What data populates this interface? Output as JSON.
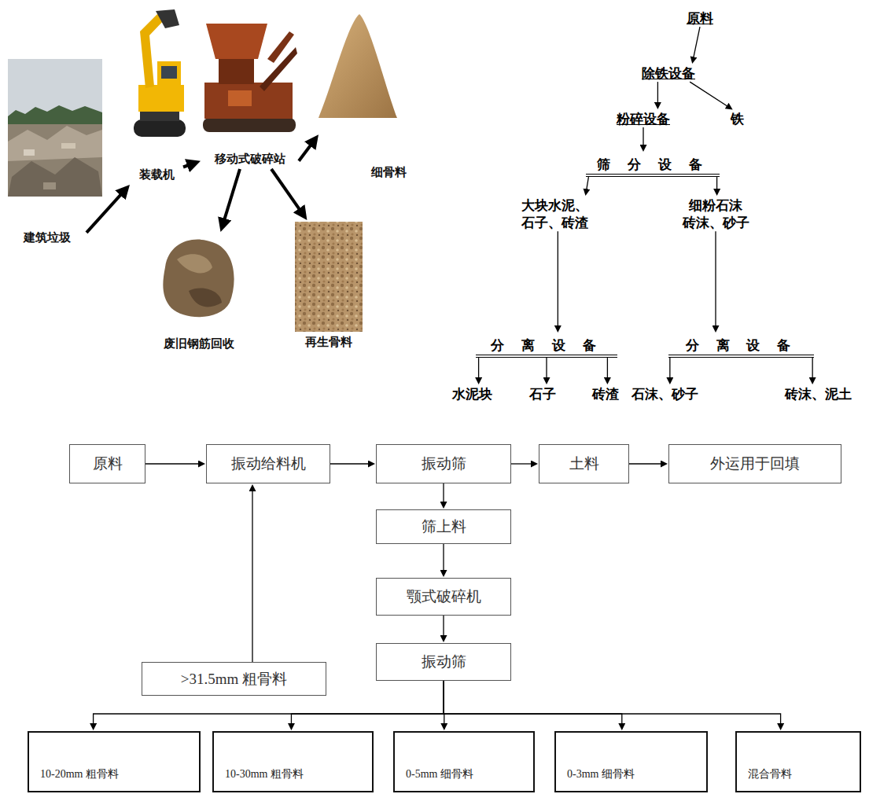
{
  "diagram": {
    "nodes": [
      {
        "text": [
          "建筑垃圾"
        ]
      },
      {
        "text": [
          "装载机"
        ]
      },
      {
        "text": [
          "移动式破碎站"
        ]
      },
      {
        "text": [
          "细骨料"
        ]
      },
      {
        "text": [
          "废旧钢筋回收"
        ]
      },
      {
        "text": [
          "再生骨料"
        ]
      },
      {
        "text": [
          "原料"
        ]
      },
      {
        "text": [
          "除铁设备"
        ]
      },
      {
        "text": [
          "粉碎设备"
        ]
      },
      {
        "text": [
          "铁"
        ]
      },
      {
        "text": [
          "筛 分 设 备"
        ]
      },
      {
        "text": [
          "大块水泥、 石子、砖渣"
        ]
      },
      {
        "text": [
          "细粉石沫 砖沫、砂子"
        ]
      },
      {
        "text": [
          "分 离 设 备"
        ]
      },
      {
        "text": [
          "分 离 设 备"
        ]
      },
      {
        "text": [
          "水泥块"
        ]
      },
      {
        "text": [
          "石子"
        ]
      },
      {
        "text": [
          "砖渣"
        ]
      },
      {
        "text": [
          "石沫、砂子"
        ]
      },
      {
        "text": [
          "砖沫、泥土"
        ]
      },
      {
        "text": [
          "原料"
        ]
      },
      {
        "text": [
          "振动给料机"
        ]
      },
      {
        "text": [
          "振动筛"
        ]
      },
      {
        "text": [
          "土料"
        ]
      },
      {
        "text": [
          "外运用于回填"
        ]
      },
      {
        "text": [
          "筛上料"
        ]
      },
      {
        "text": [
          "颚式破碎机"
        ]
      },
      {
        "text": [
          "振动筛"
        ]
      },
      {
        "text": [
          ">31.5mm 粗骨料"
        ]
      },
      {
        "text": [
          "10-20mm 粗骨料"
        ]
      },
      {
        "text": [
          "10-30mm 粗骨料"
        ]
      },
      {
        "text": [
          "0-5mm 细骨料"
        ]
      },
      {
        "text": [
          "0-3mm 细骨料"
        ]
      },
      {
        "text": [
          "混合骨料"
        ]
      }
    ],
    "edges": [
      {
        "from": 0,
        "to": 1,
        "arrow": "to"
      },
      {
        "from": 1,
        "to": 2,
        "arrow": "to"
      },
      {
        "from": 2,
        "to": 3,
        "arrow": "to"
      },
      {
        "from": 2,
        "to": 4,
        "arrow": "to"
      },
      {
        "from": 2,
        "to": 5,
        "arrow": "to"
      },
      {
        "from": 6,
        "to": 7,
        "arrow": "to"
      },
      {
        "from": 7,
        "to": 8,
        "arrow": "to"
      },
      {
        "from": 7,
        "to": 9,
        "arrow": "to"
      },
      {
        "from": 8,
        "to": 10,
        "arrow": "to"
      },
      {
        "from": 10,
        "to": 11,
        "arrow": "to"
      },
      {
        "from": 10,
        "to": 12,
        "arrow": "to"
      },
      {
        "from": 11,
        "to": 13,
        "arrow": "to"
      },
      {
        "from": 12,
        "to": 14,
        "arrow": "to"
      },
      {
        "from": 13,
        "to": 15,
        "arrow": "to"
      },
      {
        "from": 13,
        "to": 16,
        "arrow": "to"
      },
      {
        "from": 13,
        "to": 17,
        "arrow": "to"
      },
      {
        "from": 14,
        "to": 18,
        "arrow": "to"
      },
      {
        "from": 14,
        "to": 19,
        "arrow": "to"
      },
      {
        "from": 20,
        "to": 21,
        "arrow": "to"
      },
      {
        "from": 21,
        "to": 22,
        "arrow": "to"
      },
      {
        "from": 22,
        "to": 23,
        "arrow": "to"
      },
      {
        "from": 23,
        "to": 24,
        "arrow": "to"
      },
      {
        "from": 22,
        "to": 25,
        "arrow": "to"
      },
      {
        "from": 25,
        "to": 26,
        "arrow": "to"
      },
      {
        "from": 26,
        "to": 27,
        "arrow": "to"
      },
      {
        "from": 28,
        "to": 21,
        "arrow": "to"
      },
      {
        "from": 27,
        "to": 29,
        "arrow": "to"
      },
      {
        "from": 27,
        "to": 30,
        "arrow": "to"
      },
      {
        "from": 27,
        "to": 31,
        "arrow": "to"
      },
      {
        "from": 27,
        "to": 32,
        "arrow": "to"
      },
      {
        "from": 27,
        "to": 33,
        "arrow": "to"
      }
    ]
  }
}
